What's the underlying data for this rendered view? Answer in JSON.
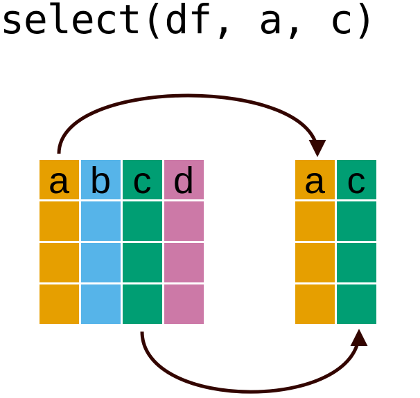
{
  "title": "select(df, a, c)",
  "colors": {
    "a": "#E69F00",
    "b": "#56B4E9",
    "c": "#009E73",
    "d": "#CC79A7",
    "arrow": "#330500"
  },
  "input_table": {
    "columns": [
      "a",
      "b",
      "c",
      "d"
    ],
    "body_rows": 3
  },
  "output_table": {
    "columns": [
      "a",
      "c"
    ],
    "body_rows": 3
  }
}
